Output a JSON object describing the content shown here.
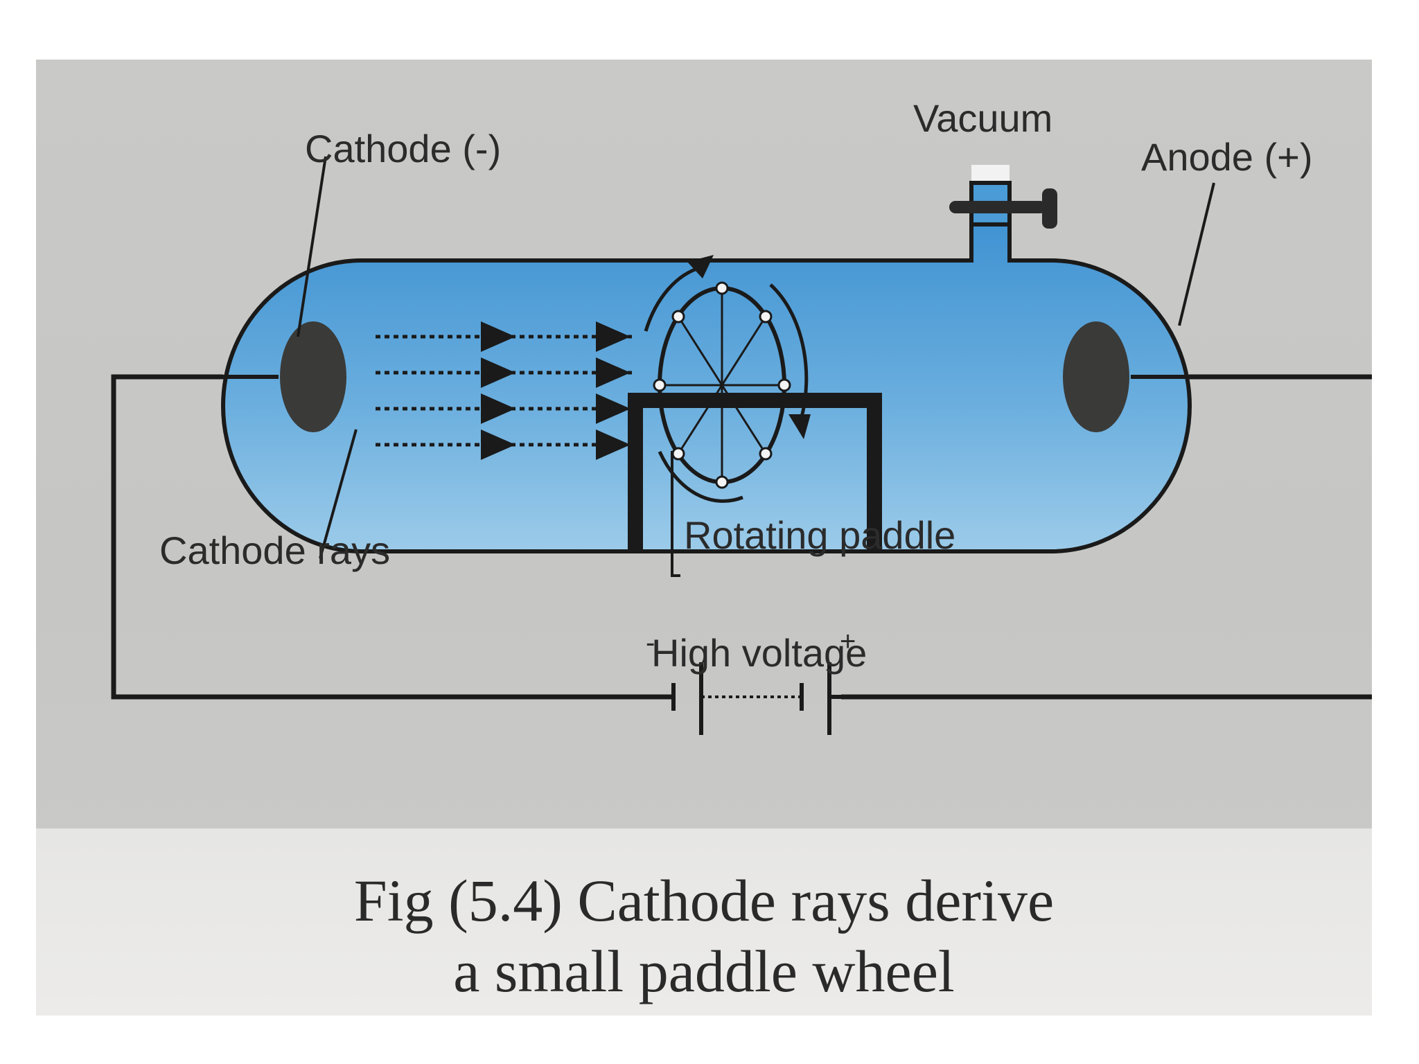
{
  "labels": {
    "cathode": "Cathode (-)",
    "vacuum": "Vacuum",
    "anode": "Anode (+)",
    "cathode_rays": "Cathode rays",
    "rotating_paddle": "Rotating paddle",
    "high_voltage": "High voltage",
    "battery_minus": "-",
    "battery_plus": "+"
  },
  "caption": {
    "line1": "Fig (5.4) Cathode rays derive",
    "line2": "a small paddle wheel"
  },
  "colors": {
    "tube_fill": "#4a9bd6",
    "electrode": "#3a3a38",
    "line": "#1a1a1a"
  }
}
